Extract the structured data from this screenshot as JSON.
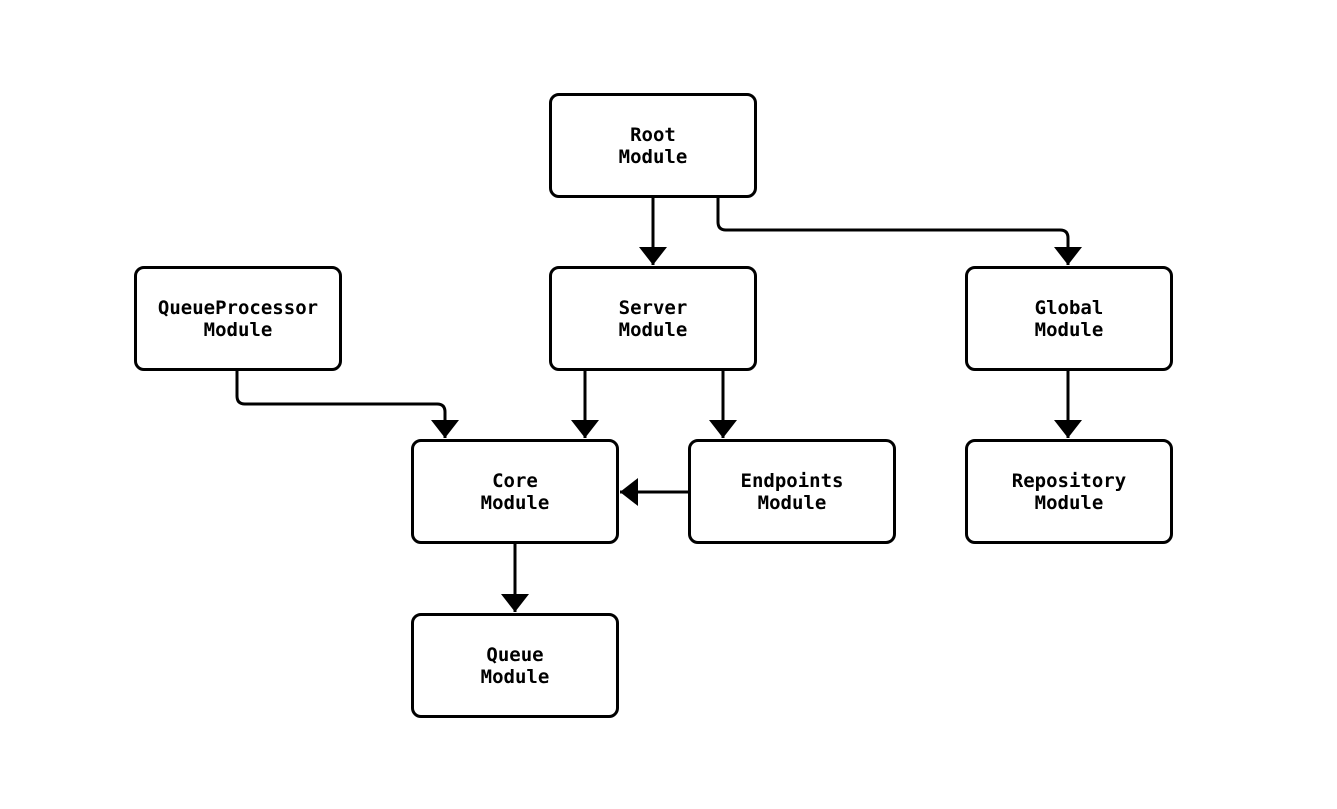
{
  "diagram": {
    "type": "module-dependency-diagram",
    "nodes": [
      {
        "id": "root",
        "label": "Root\nModule"
      },
      {
        "id": "server",
        "label": "Server\nModule"
      },
      {
        "id": "global",
        "label": "Global\nModule"
      },
      {
        "id": "queueprocessor",
        "label": "QueueProcessor\nModule"
      },
      {
        "id": "core",
        "label": "Core\nModule"
      },
      {
        "id": "endpoints",
        "label": "Endpoints\nModule"
      },
      {
        "id": "repository",
        "label": "Repository\nModule"
      },
      {
        "id": "queue",
        "label": "Queue\nModule"
      }
    ],
    "edges": [
      {
        "from": "root",
        "to": "server"
      },
      {
        "from": "root",
        "to": "global"
      },
      {
        "from": "queueprocessor",
        "to": "core"
      },
      {
        "from": "server",
        "to": "core"
      },
      {
        "from": "server",
        "to": "endpoints"
      },
      {
        "from": "endpoints",
        "to": "core"
      },
      {
        "from": "core",
        "to": "queue"
      },
      {
        "from": "global",
        "to": "repository"
      }
    ],
    "colors": {
      "background": "#ffffff",
      "box_fill": "#ffffff",
      "box_border": "#000000",
      "line": "#000000",
      "text": "#000000"
    }
  }
}
